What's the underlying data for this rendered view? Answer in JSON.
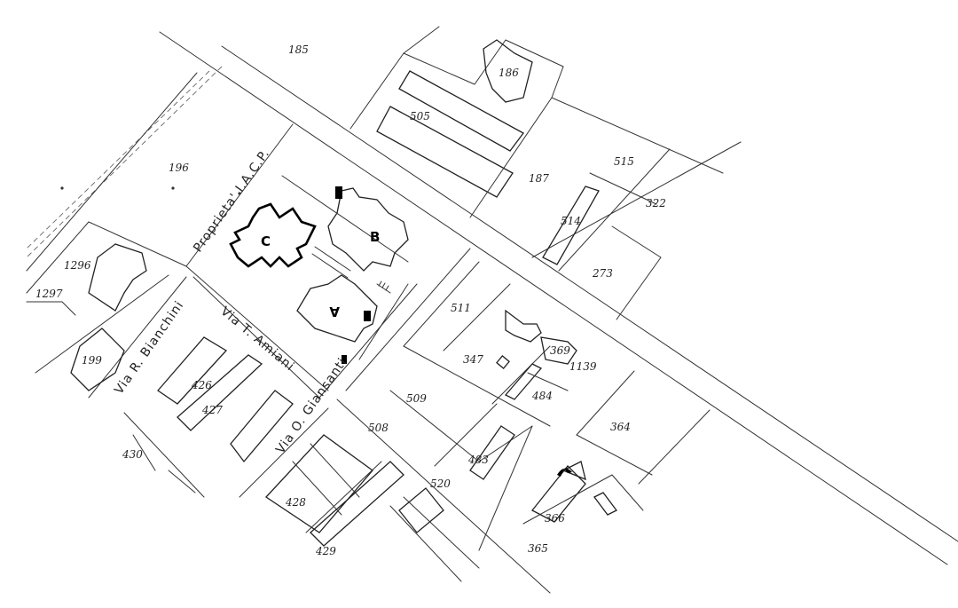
{
  "map": {
    "parcels": [
      "185",
      "186",
      "505",
      "187",
      "515",
      "322",
      "514",
      "273",
      "196",
      "1296",
      "1297",
      "199",
      "426",
      "427",
      "430",
      "428",
      "429",
      "511",
      "347",
      "369",
      "1139",
      "484",
      "509",
      "508",
      "483",
      "520",
      "364",
      "366",
      "365"
    ],
    "buildings": [
      "C",
      "B",
      "A"
    ],
    "streets": {
      "proprieta": "Proprieta' I.A.C.P.",
      "bianchini": "Via R. Bianchini",
      "amiani": "Via T. Amiani",
      "giansanti": "Via O. Giansanti"
    }
  }
}
